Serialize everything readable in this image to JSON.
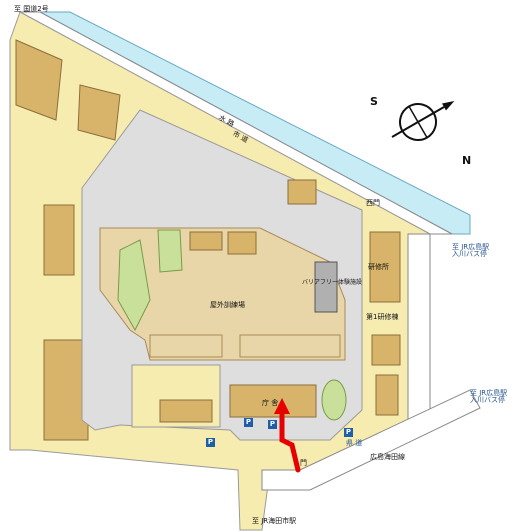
{
  "labels": {
    "to_national_route_2": "至 国道2号",
    "waterway": "水 路",
    "city_road": "市 道",
    "west_gate": "西門",
    "to_jr_hiroshima_irikawa_1": "至 JR広島駅\n入川バス停",
    "to_jr_hiroshima_irikawa_2": "至 JR広島駅\n入川バス停",
    "training_building": "研修所",
    "first_training_building": "第1研修棟",
    "outdoor_training_ground": "屋外訓練場",
    "barrier_free_training": "バリアフリー体験施設",
    "main_building": "庁 舎",
    "prefectural_road": "県 道",
    "hiroshima_kaita_line": "広島海田線",
    "gate": "門",
    "to_jr_kaitaichi": "至 JR海田市駅"
  },
  "compass": {
    "s": "S",
    "n": "N"
  },
  "parking": {
    "symbol": "P"
  },
  "colors": {
    "site_ground": "#dedede",
    "building": "#d8b36a",
    "green": "#c9e09a",
    "water": "#c7ecf6",
    "road_edge": "#7a7a7a",
    "plaza": "#f7ecb0",
    "route_arrow": "#e60000"
  }
}
